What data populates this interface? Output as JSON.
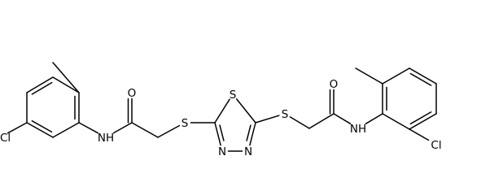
{
  "molecule": {
    "atoms": [
      {
        "id": "ar1_c1",
        "label": ""
      },
      {
        "id": "ar1_c2",
        "label": ""
      },
      {
        "id": "ar1_c3",
        "label": ""
      },
      {
        "id": "ar1_c4",
        "label": ""
      },
      {
        "id": "ar1_c5",
        "label": ""
      },
      {
        "id": "ar1_c6",
        "label": ""
      },
      {
        "id": "me1",
        "label": ""
      },
      {
        "id": "cl1",
        "label": "Cl"
      },
      {
        "id": "n1",
        "label": "NH"
      },
      {
        "id": "co1",
        "label": ""
      },
      {
        "id": "o1",
        "label": "O"
      },
      {
        "id": "ch2a",
        "label": ""
      },
      {
        "id": "s1",
        "label": "S"
      },
      {
        "id": "td_c2",
        "label": ""
      },
      {
        "id": "td_s",
        "label": "S"
      },
      {
        "id": "td_c5",
        "label": ""
      },
      {
        "id": "td_n4",
        "label": "N"
      },
      {
        "id": "td_n3",
        "label": "N"
      },
      {
        "id": "s2",
        "label": "S"
      },
      {
        "id": "ch2b",
        "label": ""
      },
      {
        "id": "co2",
        "label": ""
      },
      {
        "id": "o2",
        "label": "O"
      },
      {
        "id": "n2",
        "label": "NH"
      },
      {
        "id": "ar2_c1",
        "label": ""
      },
      {
        "id": "ar2_c2",
        "label": ""
      },
      {
        "id": "ar2_c3",
        "label": ""
      },
      {
        "id": "ar2_c4",
        "label": ""
      },
      {
        "id": "ar2_c5",
        "label": ""
      },
      {
        "id": "ar2_c6",
        "label": ""
      },
      {
        "id": "me2",
        "label": ""
      },
      {
        "id": "cl2",
        "label": "Cl"
      }
    ],
    "bonds": [
      {
        "from": "ar1_c1",
        "to": "ar1_c2",
        "order": 2
      },
      {
        "from": "ar1_c2",
        "to": "ar1_c3",
        "order": 1
      },
      {
        "from": "ar1_c3",
        "to": "ar1_c4",
        "order": 2
      },
      {
        "from": "ar1_c4",
        "to": "ar1_c5",
        "order": 1
      },
      {
        "from": "ar1_c5",
        "to": "ar1_c6",
        "order": 2
      },
      {
        "from": "ar1_c6",
        "to": "ar1_c1",
        "order": 1
      },
      {
        "from": "ar1_c2",
        "to": "me1",
        "order": 1
      },
      {
        "from": "ar1_c5",
        "to": "cl1",
        "order": 1
      },
      {
        "from": "ar1_c1",
        "to": "n1",
        "order": 1
      },
      {
        "from": "n1",
        "to": "co1",
        "order": 1
      },
      {
        "from": "co1",
        "to": "o1",
        "order": 2
      },
      {
        "from": "co1",
        "to": "ch2a",
        "order": 1
      },
      {
        "from": "ch2a",
        "to": "s1",
        "order": 1
      },
      {
        "from": "s1",
        "to": "td_c2",
        "order": 1
      },
      {
        "from": "td_c2",
        "to": "td_s",
        "order": 1
      },
      {
        "from": "td_s",
        "to": "td_c5",
        "order": 1
      },
      {
        "from": "td_c5",
        "to": "td_n4",
        "order": 2
      },
      {
        "from": "td_n4",
        "to": "td_n3",
        "order": 1
      },
      {
        "from": "td_n3",
        "to": "td_c2",
        "order": 2
      },
      {
        "from": "td_c5",
        "to": "s2",
        "order": 1
      },
      {
        "from": "s2",
        "to": "ch2b",
        "order": 1
      },
      {
        "from": "ch2b",
        "to": "co2",
        "order": 1
      },
      {
        "from": "co2",
        "to": "o2",
        "order": 2
      },
      {
        "from": "co2",
        "to": "n2",
        "order": 1
      },
      {
        "from": "n2",
        "to": "ar2_c1",
        "order": 1
      },
      {
        "from": "ar2_c1",
        "to": "ar2_c2",
        "order": 2
      },
      {
        "from": "ar2_c2",
        "to": "ar2_c3",
        "order": 1
      },
      {
        "from": "ar2_c3",
        "to": "ar2_c4",
        "order": 2
      },
      {
        "from": "ar2_c4",
        "to": "ar2_c5",
        "order": 1
      },
      {
        "from": "ar2_c5",
        "to": "ar2_c6",
        "order": 2
      },
      {
        "from": "ar2_c6",
        "to": "ar2_c1",
        "order": 1
      },
      {
        "from": "ar2_c2",
        "to": "me2",
        "order": 1
      },
      {
        "from": "ar2_c6",
        "to": "cl2",
        "order": 1
      }
    ]
  }
}
